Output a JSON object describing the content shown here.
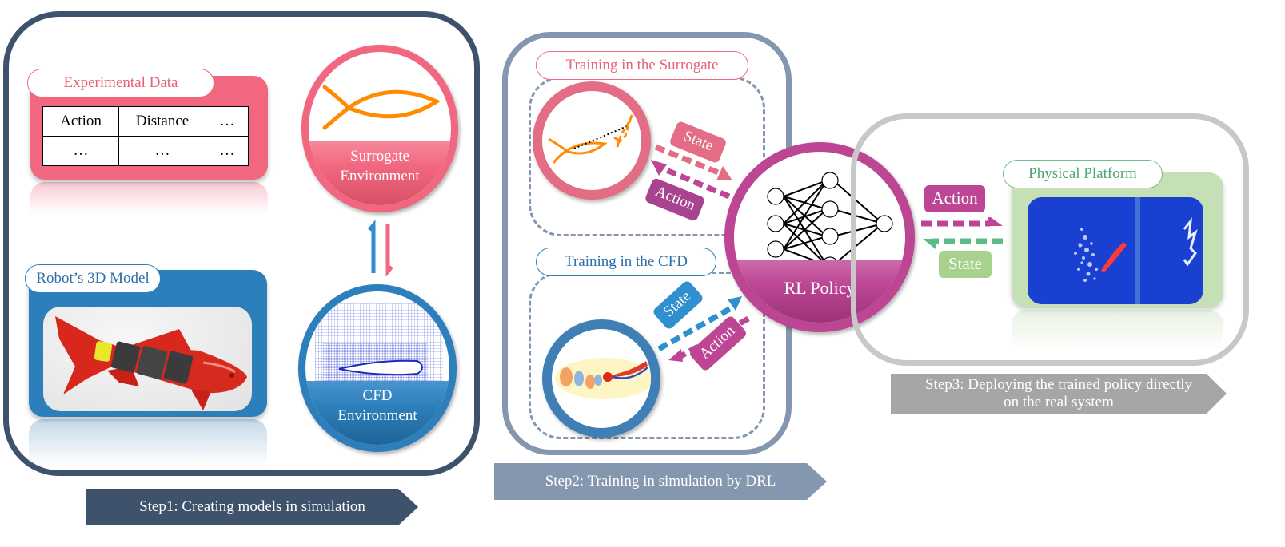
{
  "colors": {
    "step1": "#3e536b",
    "step2": "#8597ae",
    "step3": "#a6a6a6",
    "pink": "#f0677f",
    "blue": "#2d7fbb",
    "magenta": "#bc4694",
    "green": "#c5e0b4",
    "orange": "#ff8c00"
  },
  "step1": {
    "banner": "Step1: Creating models in simulation",
    "experimental_data": {
      "title": "Experimental Data",
      "table": {
        "headers": [
          "Action",
          "Distance",
          "…"
        ],
        "rows": [
          [
            "…",
            "…",
            "…"
          ]
        ]
      }
    },
    "robot_model": {
      "title": "Robot’s 3D Model",
      "image": "robotic-fish-3d-model"
    },
    "surrogate_env": {
      "line1": "Surrogate",
      "line2": "Environment",
      "icon": "fish-outline-icon"
    },
    "cfd_env": {
      "line1": "CFD",
      "line2": "Environment",
      "icon": "airfoil-mesh-icon"
    }
  },
  "step2": {
    "banner": "Step2: Training in simulation by DRL",
    "surrogate_training": {
      "title": "Training in the Surrogate",
      "state": "State",
      "action": "Action"
    },
    "cfd_training": {
      "title": "Training in the CFD",
      "state": "State",
      "action": "Action"
    },
    "policy": {
      "label": "RL Policy",
      "icon": "neural-network-icon"
    }
  },
  "step3": {
    "banner_line1": "Step3: Deploying the trained policy directly",
    "banner_line2": "on the real system",
    "action": "Action",
    "state": "State",
    "platform": {
      "title": "Physical Platform",
      "image": "fish-in-water-tank"
    }
  }
}
